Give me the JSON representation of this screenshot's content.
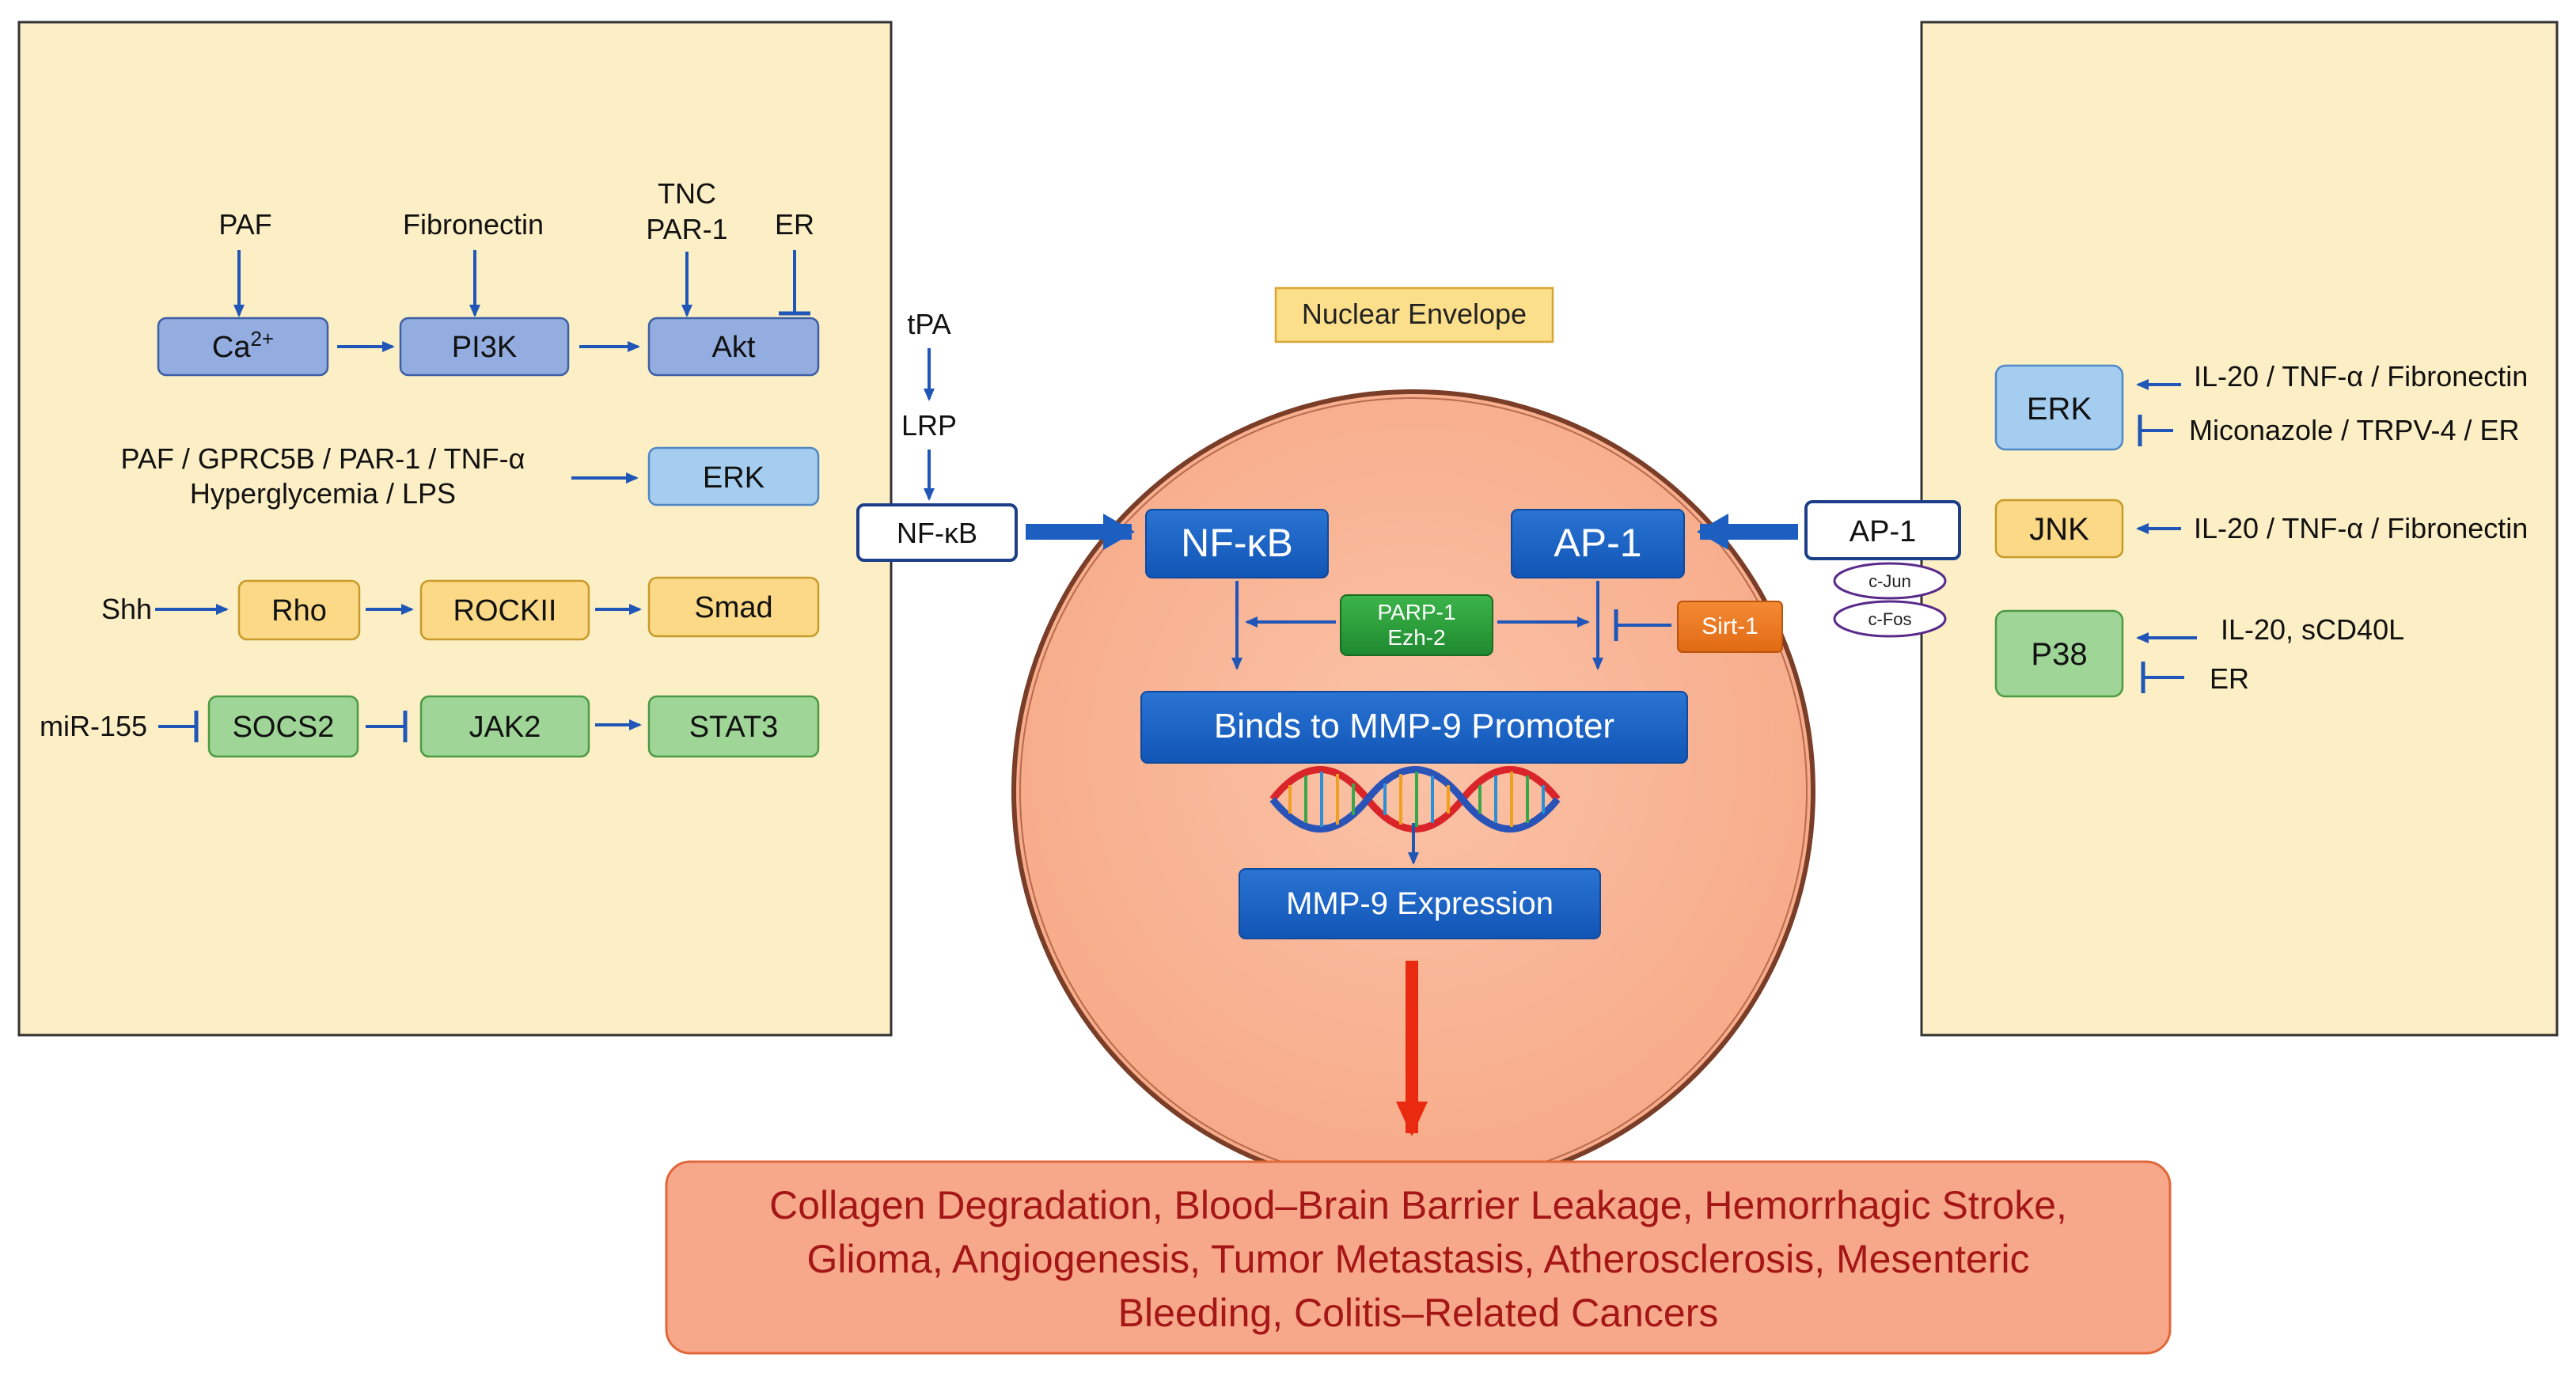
{
  "left_panel": {
    "row1": {
      "inputs": {
        "paf": "PAF",
        "fibronectin": "Fibronectin",
        "tnc": "TNC",
        "par1": "PAR-1",
        "er": "ER"
      },
      "ca_base": "Ca",
      "ca_sup": "2+",
      "pi3k": "PI3K",
      "akt": "Akt"
    },
    "row2": {
      "inputs_line1": "PAF / GPRC5B / PAR-1 / TNF-α",
      "inputs_line2": "Hyperglycemia / LPS",
      "erk": "ERK"
    },
    "row3": {
      "input": "Shh",
      "rho": "Rho",
      "rockii": "ROCKII",
      "smad": "Smad"
    },
    "row4": {
      "input": "miR-155",
      "socs2": "SOCS2",
      "jak2": "JAK2",
      "stat3": "STAT3"
    }
  },
  "middle": {
    "tpa": "tPA",
    "lrp": "LRP",
    "nfkb_outer": "NF-κB"
  },
  "nucleus": {
    "envelope": "Nuclear Envelope",
    "nfkb": "NF-κB",
    "ap1": "AP-1",
    "parp1": "PARP-1",
    "ezh2": "Ezh-2",
    "sirt1": "Sirt-1",
    "promoter": "Binds to MMP-9 Promoter",
    "expression": "MMP-9 Expression"
  },
  "right_panel": {
    "ap1_outer": "AP-1",
    "cjun": "c-Jun",
    "cfos": "c-Fos",
    "erk": "ERK",
    "erk_activators": "IL-20 / TNF-α / Fibronectin",
    "erk_inhibitors": "Miconazole / TRPV-4 / ER",
    "jnk": "JNK",
    "jnk_activators": "IL-20 / TNF-α / Fibronectin",
    "p38": "P38",
    "p38_activators": "IL-20, sCD40L",
    "p38_inhibitors": "ER"
  },
  "outcome": {
    "line1": "Collagen Degradation, Blood–Brain Barrier Leakage, Hemorrhagic Stroke,",
    "line2": "Glioma, Angiogenesis, Tumor Metastasis, Atherosclerosis, Mesenteric",
    "line3": "Bleeding, Colitis–Related Cancers"
  },
  "colors": {
    "panel_fill": "#fcefc5",
    "nucleus_fill": "#f8b395",
    "blue_box": "#93ade0",
    "light_blue_box": "#a5cdf0",
    "orange_box": "#fcd987",
    "green_box": "#9fd597",
    "dark_blue_box": "#1a62c4",
    "green_dark": "#2c9a3a",
    "sirt_orange": "#ee7a22",
    "outcome_fill": "#f7a88a",
    "outcome_text": "#a51616",
    "arrow_blue": "#1f56b8",
    "arrow_red": "#ea2a10"
  }
}
